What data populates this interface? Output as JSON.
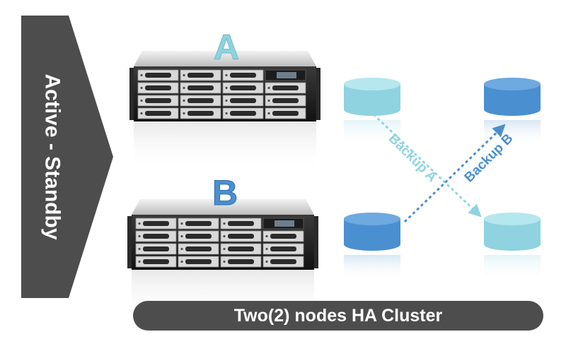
{
  "banner": {
    "label": "Active - Standby"
  },
  "nodes": [
    {
      "letter": "A",
      "color": "#8fd3e0"
    },
    {
      "letter": "B",
      "color": "#4a8fd0"
    }
  ],
  "backups": [
    {
      "label": "Backup A",
      "color": "#8fd3e0"
    },
    {
      "label": "Backup B",
      "color": "#4a8fd0"
    }
  ],
  "colors": {
    "banner": "#4d4d4d",
    "footer": "#4d4d4d",
    "db_light": "#8fd3e0",
    "db_dark": "#4a8fd0"
  },
  "footer": {
    "title": "Two(2) nodes HA Cluster"
  }
}
